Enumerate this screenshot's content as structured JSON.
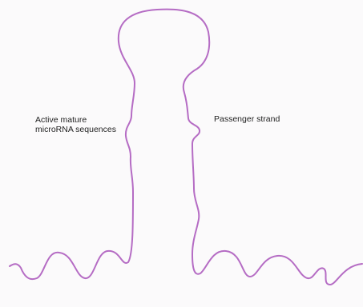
{
  "labels": {
    "active": {
      "line1": "Active mature",
      "line2": "microRNA sequences"
    },
    "passenger": "Passenger strand"
  },
  "colors": {
    "strand": "#b56cc4",
    "background": "#fbfafb",
    "text": "#1e1e1e"
  }
}
